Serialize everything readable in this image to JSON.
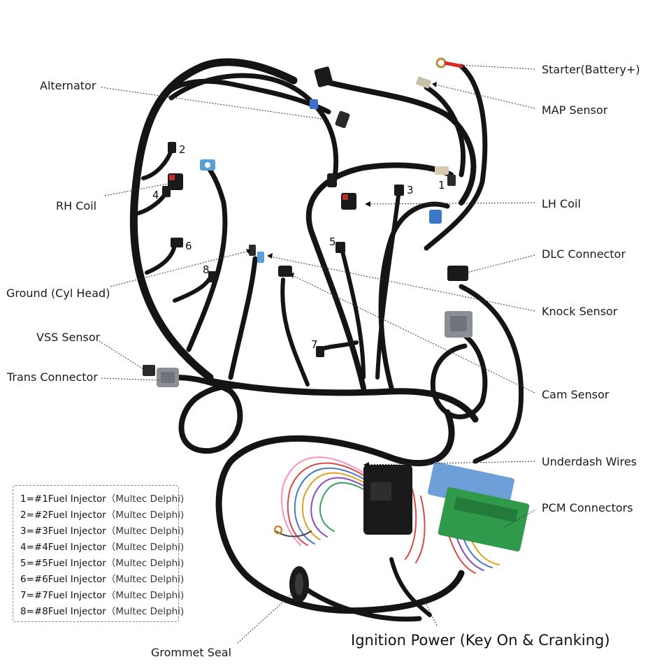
{
  "labels": {
    "alternator": "Alternator",
    "rh_coil": "RH Coil",
    "ground_cyl_head": "Ground (Cyl Head)",
    "vss_sensor": "VSS Sensor",
    "trans_connector": "Trans Connector",
    "starter_battery": "Starter(Battery+)",
    "map_sensor": "MAP Sensor",
    "lh_coil": "LH Coil",
    "dlc_connector": "DLC Connector",
    "knock_sensor": "Knock Sensor",
    "cam_sensor": "Cam Sensor",
    "underdash_wires": "Underdash Wires",
    "pcm_connectors": "PCM Connectors",
    "grommet_seal": "Grommet Seal",
    "ignition_power": "Ignition Power (Key On & Cranking)"
  },
  "injector_numbers": [
    "1",
    "2",
    "3",
    "4",
    "5",
    "6",
    "7",
    "8"
  ],
  "legend": {
    "items": [
      {
        "main": "1=#1Fuel Injector",
        "sub": "（Multec Delphi)"
      },
      {
        "main": "2=#2Fuel Injector",
        "sub": "（Multec Delphi)"
      },
      {
        "main": "3=#3Fuel Injector",
        "sub": "（Multec Delphi)"
      },
      {
        "main": "4=#4Fuel Injector",
        "sub": "（Multec Delphi)"
      },
      {
        "main": "5=#5Fuel Injector",
        "sub": "（Multec Delphi)"
      },
      {
        "main": "6=#6Fuel Injector",
        "sub": "（Multec Delphi)"
      },
      {
        "main": "7=#7Fuel Injector",
        "sub": "（Multec Delphi)"
      },
      {
        "main": "8=#8Fuel Injector",
        "sub": "（Multec Delphi)"
      }
    ]
  },
  "colors": {
    "wire": "#141414",
    "battery_red": "#d42a2a",
    "pcm_green": "#2e9a4a",
    "pcm_blue": "#6f9fd8",
    "connector_grey": "#8a8f96",
    "injector_blue": "#5aa0d8"
  }
}
